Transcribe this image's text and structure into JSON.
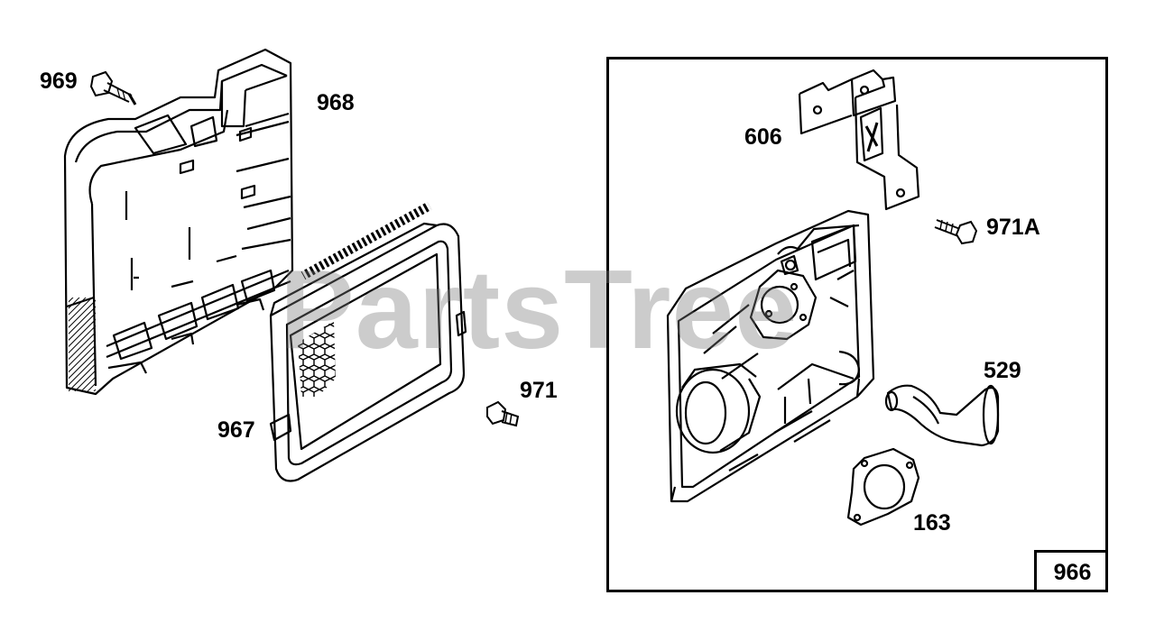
{
  "watermark": "PartsTree",
  "parts": {
    "p969": "969",
    "p968": "968",
    "p967": "967",
    "p971": "971",
    "p606": "606",
    "p971a": "971A",
    "p529": "529",
    "p163": "163"
  },
  "kit_label": "966",
  "colors": {
    "line": "#000000",
    "watermark": "#8a8a8a",
    "background": "#ffffff"
  }
}
